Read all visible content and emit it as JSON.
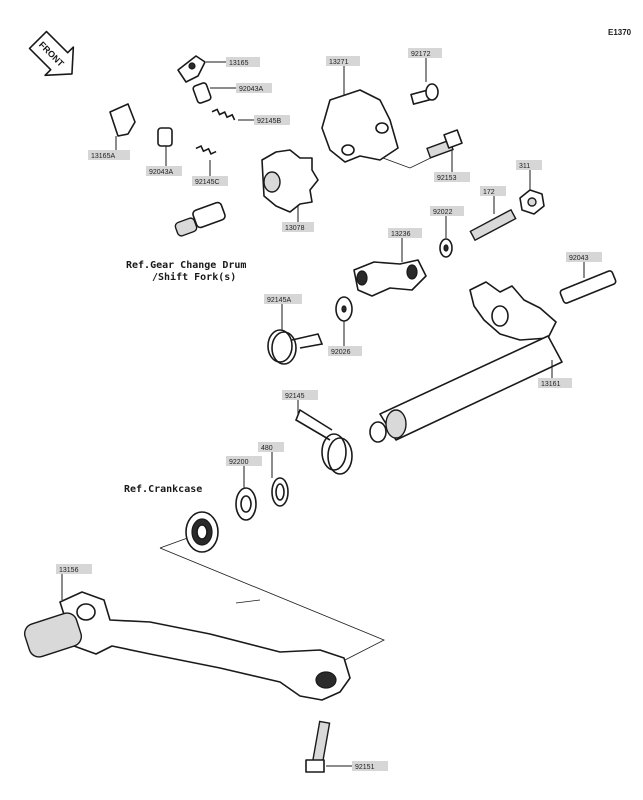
{
  "diagram_code": "E1370",
  "front_label": "FRONT",
  "reference_notes": {
    "gear_change_drum_line1": "Ref.Gear Change Drum",
    "gear_change_drum_line2": "/Shift Fork(s)",
    "crankcase": "Ref.Crankcase"
  },
  "callouts": {
    "c13165": "13165",
    "c92043a_top": "92043A",
    "c92145b": "92145B",
    "c13165a": "13165A",
    "c92043a_left": "92043A",
    "c92145c": "92145C",
    "c13078": "13078",
    "c13271": "13271",
    "c92172": "92172",
    "c92153": "92153",
    "c311": "311",
    "c172": "172",
    "c92022": "92022",
    "c13236": "13236",
    "c92043": "92043",
    "c92145a": "92145A",
    "c92026": "92026",
    "c13161": "13161",
    "c92145": "92145",
    "c480": "480",
    "c92200": "92200",
    "c13156": "13156",
    "c92151": "92151"
  }
}
